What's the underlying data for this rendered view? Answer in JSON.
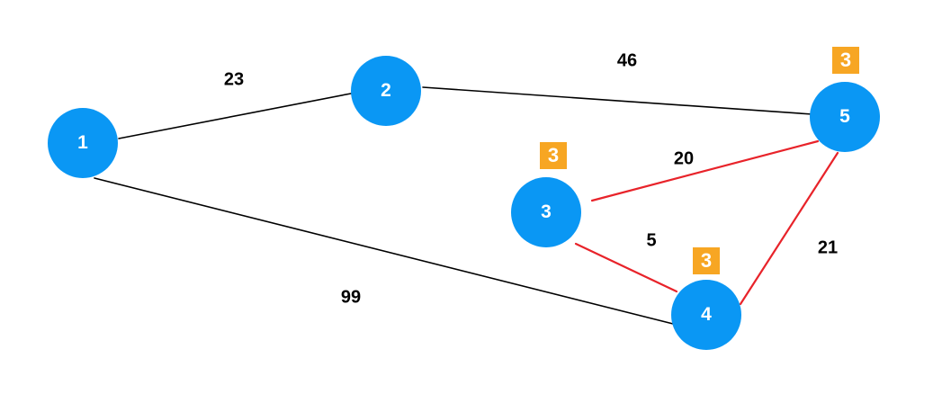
{
  "colors": {
    "node_fill": "#0a97f4",
    "node_text": "#ffffff",
    "edge_default": "#000000",
    "edge_highlight": "#e8232a",
    "badge_fill": "#f7a623",
    "badge_text": "#ffffff",
    "label_text": "#000000"
  },
  "nodes": [
    {
      "id": "1",
      "label": "1"
    },
    {
      "id": "2",
      "label": "2"
    },
    {
      "id": "3",
      "label": "3"
    },
    {
      "id": "4",
      "label": "4"
    },
    {
      "id": "5",
      "label": "5"
    }
  ],
  "edges": [
    {
      "id": "e12",
      "from": "1",
      "to": "2",
      "weight": "23",
      "highlighted": false
    },
    {
      "id": "e25",
      "from": "2",
      "to": "5",
      "weight": "46",
      "highlighted": false
    },
    {
      "id": "e14",
      "from": "1",
      "to": "4",
      "weight": "99",
      "highlighted": false
    },
    {
      "id": "e35",
      "from": "3",
      "to": "5",
      "weight": "20",
      "highlighted": true
    },
    {
      "id": "e34",
      "from": "3",
      "to": "4",
      "weight": "5",
      "highlighted": true
    },
    {
      "id": "e45",
      "from": "4",
      "to": "5",
      "weight": "21",
      "highlighted": true
    }
  ],
  "badges": [
    {
      "node": "3",
      "label": "3"
    },
    {
      "node": "4",
      "label": "3"
    },
    {
      "node": "5",
      "label": "3"
    }
  ]
}
